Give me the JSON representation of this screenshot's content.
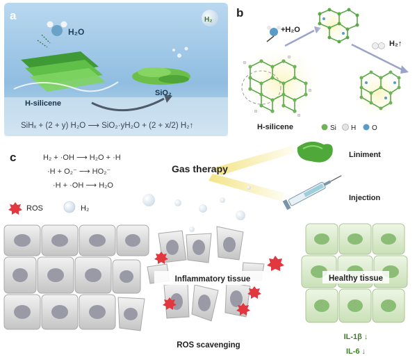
{
  "panels": {
    "a": {
      "letter": "a",
      "water_label": "H₂O",
      "h2_bubble_label": "H₂",
      "hsilicene_label": "H-silicene",
      "sio2_label": "SiO₂",
      "equation": "SiHₓ + (2 + y) H₂O ⟶ SiO₂·yH₂O + (2 + x/2) H₂↑"
    },
    "b": {
      "letter": "b",
      "water_label": "+H₂O",
      "h2_label": "H₂↑",
      "hsilicene_label": "H-silicene",
      "legend": [
        {
          "label": "Si",
          "color": "#6fb25a"
        },
        {
          "label": "H",
          "color": "#e4e4e4"
        },
        {
          "label": "O",
          "color": "#5a9cc8"
        }
      ]
    },
    "c": {
      "letter": "c",
      "reactions": [
        "H₂ + ·OH ⟶ H₂O + ·H",
        "·H + O₂⁻ ⟶ HO₂⁻",
        "·H + ·OH ⟶ H₂O"
      ],
      "gas_therapy": "Gas therapy",
      "liniment": "Liniment",
      "injection": "Injection",
      "legend_ros": "ROS",
      "legend_h2": "H₂",
      "inflammatory": "Inflammatory tissue",
      "healthy": "Healthy tissue",
      "scavenging": "ROS scavenging",
      "markers": [
        "IL-1β ↓",
        "IL-6 ↓"
      ]
    }
  },
  "colors": {
    "panel_a_bg": "#9ec6e6",
    "silicene_green": "#5fae3e",
    "ros_red": "#e2373f",
    "healthy_cell": "#d9e9cc",
    "healthy_text": "#3f7d2a",
    "inflamed_cell": "#c9c9c9",
    "nucleus_gray": "#9a9aa6"
  }
}
